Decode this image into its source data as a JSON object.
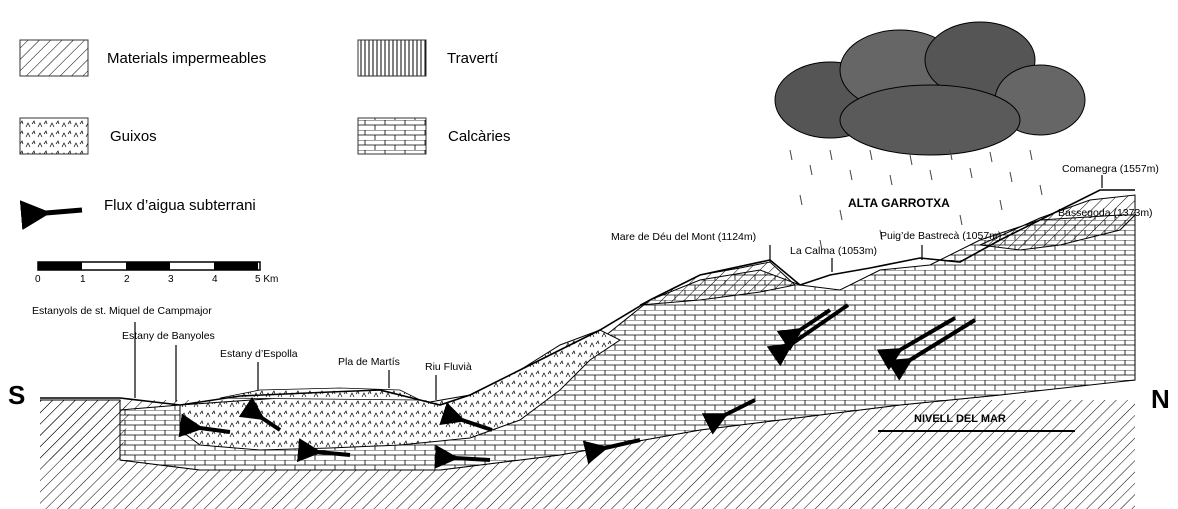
{
  "legend": {
    "impermeable": "Materials impermeables",
    "travertine": "Travertí",
    "gypsum": "Guixos",
    "limestone": "Calcàries",
    "flow": "Flux d’aigua subterrani"
  },
  "scale": {
    "ticks": [
      "0",
      "1",
      "2",
      "3",
      "4",
      "5 Km"
    ]
  },
  "labels": {
    "campmajor": "Estanyols de st. Miquel de Campmajor",
    "banyoles": "Estany de Banyoles",
    "espolla": "Estany d’Espolla",
    "martis": "Pla de Martís",
    "fluvia": "Riu Fluvià",
    "mare_deu": "Mare de Déu del Mont (1124m)",
    "la_calma": "La Calma (1053m)",
    "bastreca": "Puig’de Bastrecà (1057m)",
    "comanegra": "Comanegra (1557m)",
    "bassegoda": "Bassegoda (1373m)",
    "alta_garrotxa": "ALTA GARROTXA",
    "nivell_mar": "NIVELL DEL MAR",
    "south": "S",
    "north": "N"
  },
  "colors": {
    "ink": "#000000",
    "paper": "#ffffff",
    "cloud": "#555555"
  }
}
